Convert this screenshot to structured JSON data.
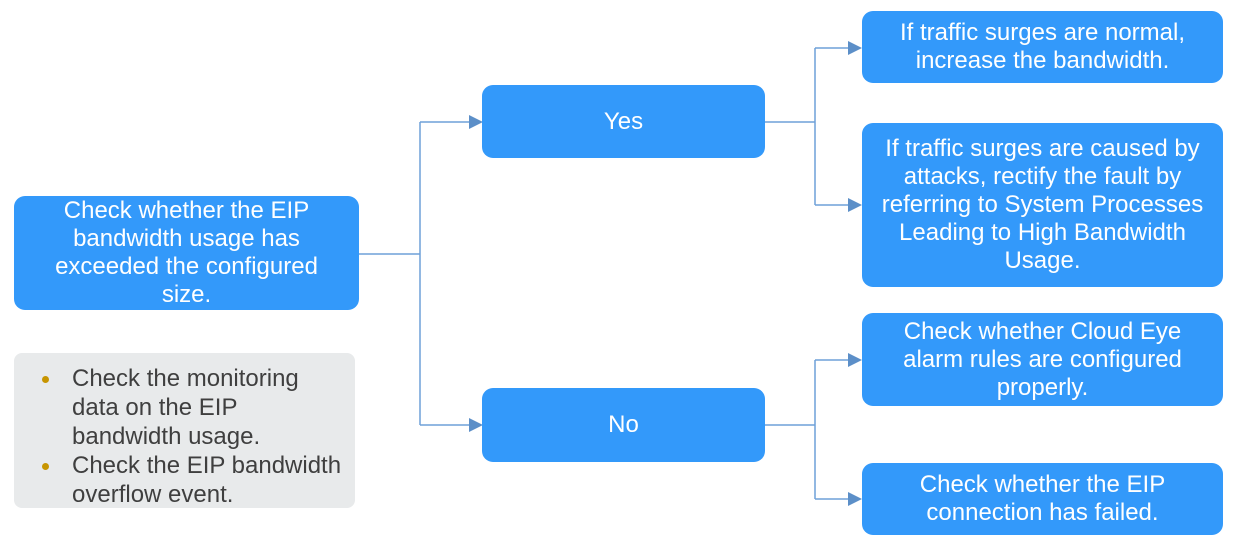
{
  "diagram": {
    "nodes": {
      "root": {
        "text": "Check whether the EIP\nbandwidth usage has\nexceeded the configured\nsize."
      },
      "yes": {
        "label": "Yes"
      },
      "no": {
        "label": "No"
      },
      "outcome_normal": {
        "text": "If traffic surges are normal,\nincrease the bandwidth."
      },
      "outcome_attack": {
        "text": "If traffic surges are caused by\nattacks, rectify the fault by\nreferring to System Processes\nLeading to High Bandwidth\nUsage."
      },
      "outcome_cloudeye": {
        "text": "Check whether Cloud Eye\nalarm rules are configured\nproperly."
      },
      "outcome_connection": {
        "text": "Check whether the EIP\nconnection has failed."
      }
    },
    "note": {
      "items": [
        "Check the monitoring\ndata on the EIP\nbandwidth usage.",
        "Check the EIP bandwidth\noverflow event."
      ]
    },
    "icons": {
      "bullet": "dot",
      "arrowhead": "right-triangle"
    },
    "colors": {
      "node_fill": "#3399fa",
      "node_text": "#ffffff",
      "note_fill": "#e8eaeb",
      "note_text": "#3f3f3f",
      "bullet": "#c79500",
      "connector_line": "#6fa0d8",
      "arrowhead_fill": "#5c8fc8"
    }
  }
}
